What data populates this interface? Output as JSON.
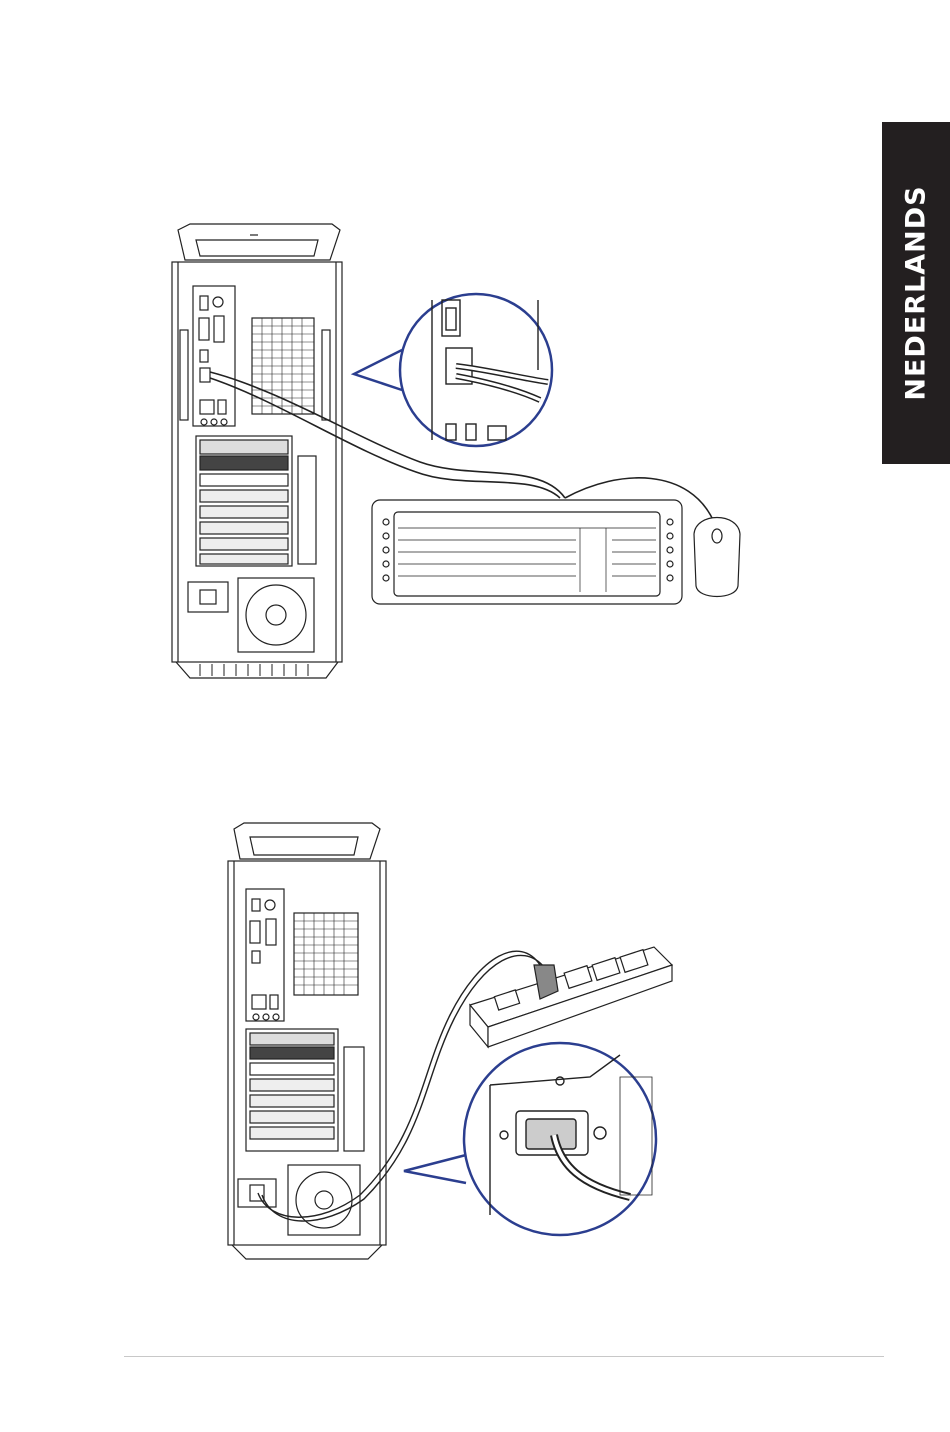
{
  "side_tab": {
    "label": "NEDERLANDS"
  },
  "figures": [
    {
      "subject": "tower-rear-keyboard-mouse"
    },
    {
      "subject": "tower-rear-power-strip"
    }
  ],
  "accent_color": "#2b3e8f",
  "tab_color": "#231f20"
}
